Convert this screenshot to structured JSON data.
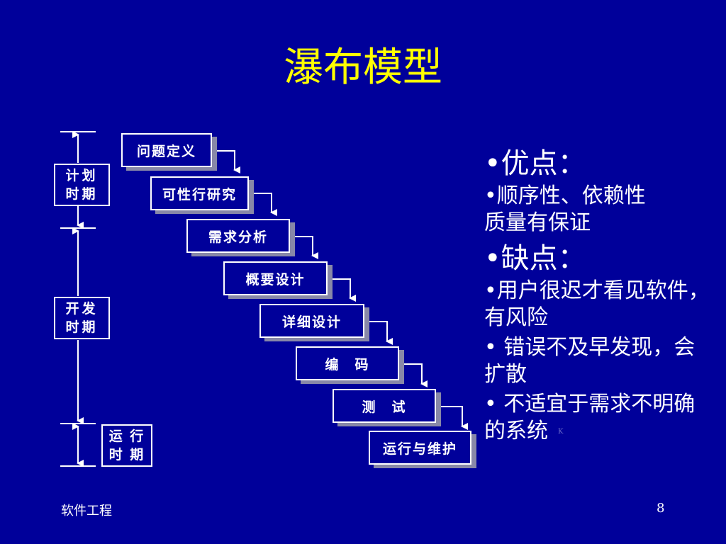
{
  "slide": {
    "title": "瀑布模型",
    "footer_left": "软件工程",
    "page_number": "8"
  },
  "steps": [
    "问题定义",
    "可性行研究",
    "需求分析",
    "概要设计",
    "详细设计",
    "编　码",
    "测　试",
    "运行与维护"
  ],
  "phases": {
    "plan": [
      "计划",
      "时期"
    ],
    "develop": [
      "开发",
      "时期"
    ],
    "run": [
      "运 行",
      "时 期"
    ]
  },
  "pros": {
    "heading": "•优点：",
    "items": [
      [
        "•顺序性、依赖性",
        "质量有保证"
      ]
    ]
  },
  "cons": {
    "heading": "•缺点：",
    "items": [
      [
        "•用户很迟才看见软件，",
        "有风险"
      ],
      [
        "• 错误不及早发现，会",
        "扩散"
      ],
      [
        "• 不适宜于需求不明确",
        "的系统"
      ]
    ]
  },
  "tiny_note": "K"
}
